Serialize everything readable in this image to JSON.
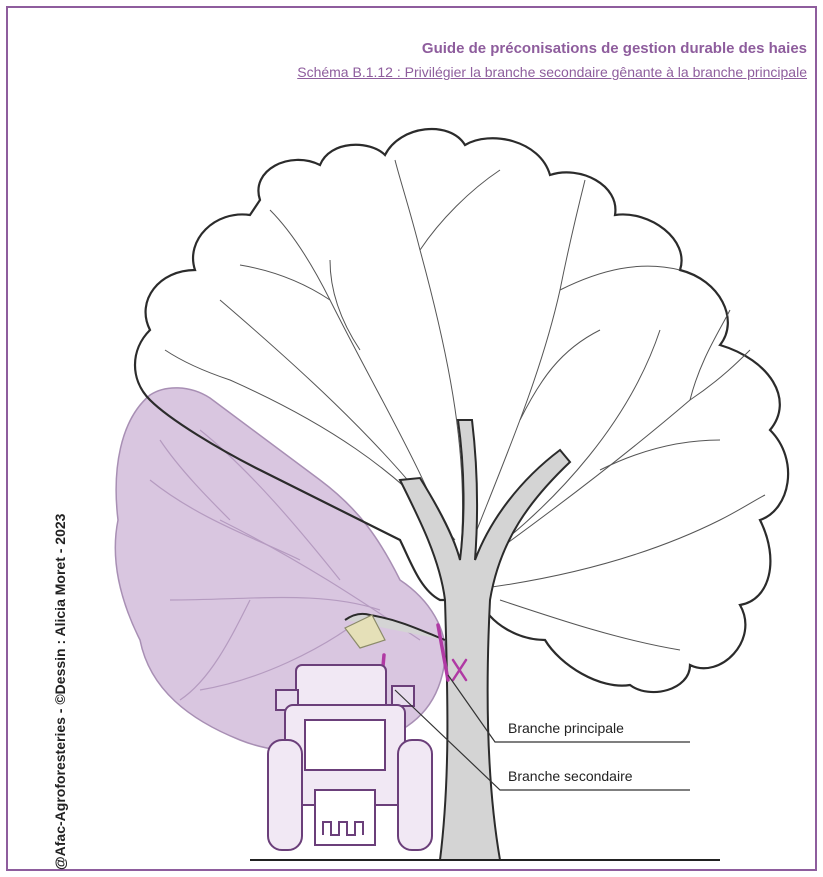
{
  "header": {
    "title": "Guide de préconisations de gestion durable des haies",
    "subtitle": "Schéma B.1.12 : Privilégier la branche secondaire gênante à la branche principale"
  },
  "credit": "@Afac-Agroforesteries - ©Dessin : Alicia Moret - 2023",
  "labels": {
    "main_branch": "Branche principale",
    "secondary_branch": "Branche secondaire"
  },
  "colors": {
    "accent": "#8e5d9d",
    "crown_shade": "#d9c6e0",
    "trunk": "#d4d4d4",
    "outline": "#2b2b2b",
    "cut_mark": "#b03aa4"
  },
  "icons": {
    "cut_mark": "pruning-cut-mark",
    "tractor": "tractor-illustration",
    "tree": "tree-illustration"
  }
}
